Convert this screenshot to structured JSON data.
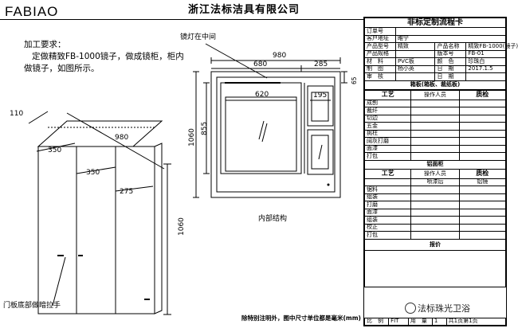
{
  "header": {
    "logo": "FABIAO",
    "company": "浙江法标洁具有限公司"
  },
  "requirements": {
    "title": "加工要求：",
    "body": "定做精致FB-1000镜子，做成镜柜，柜内做镜子，如图所示。"
  },
  "front_view": {
    "dims": [
      "110",
      "980",
      "350",
      "350",
      "275",
      "1060"
    ],
    "note": "门板底部做暗拉手"
  },
  "inner_view": {
    "lamp_label": "镜灯在中间",
    "dims": [
      "980",
      "680",
      "285",
      "65",
      "620",
      "195",
      "855",
      "1060"
    ],
    "caption": "内部结构"
  },
  "footer_note": "除特别注明外，图中尺寸单位都是毫米(mm)",
  "card": {
    "title": "非标定制流程卡",
    "info_rows": [
      [
        "订单号",
        "",
        "",
        ""
      ],
      [
        "客户地址",
        "睢宁",
        "",
        ""
      ],
      [
        "产品型号",
        "精致",
        "产品名称",
        "精致FB-1000(镜子)"
      ],
      [
        "产品规格",
        "",
        "版本号",
        "FB-01"
      ],
      [
        "材　料",
        "PVC板",
        "颜　色",
        "珍珠白"
      ],
      [
        "制　图",
        "杨小英",
        "日　期",
        "2017.1.5"
      ],
      [
        "审　核",
        "",
        "日　期",
        ""
      ]
    ],
    "section1": "箱板(箱板、裁纸板)",
    "proc_headers": [
      "工艺",
      "操作人员",
      "质检"
    ],
    "section1_steps": [
      "成刨",
      "裁纤",
      "切边",
      "五金",
      "挑柱",
      "阔灰打磨",
      "面漆",
      "打包"
    ],
    "section2": "铝面柜",
    "section2_sub": [
      "喷漆后",
      "铝镜"
    ],
    "section2_steps": [
      "锯料",
      "组装",
      "打磨",
      "面漆",
      "组装",
      "校正",
      "打包"
    ],
    "quote_label": "报价",
    "bottom_row": [
      "比　例",
      "FIT",
      "用　量",
      "1",
      "共1页第1页"
    ]
  },
  "watermark": "法标珠光卫浴"
}
